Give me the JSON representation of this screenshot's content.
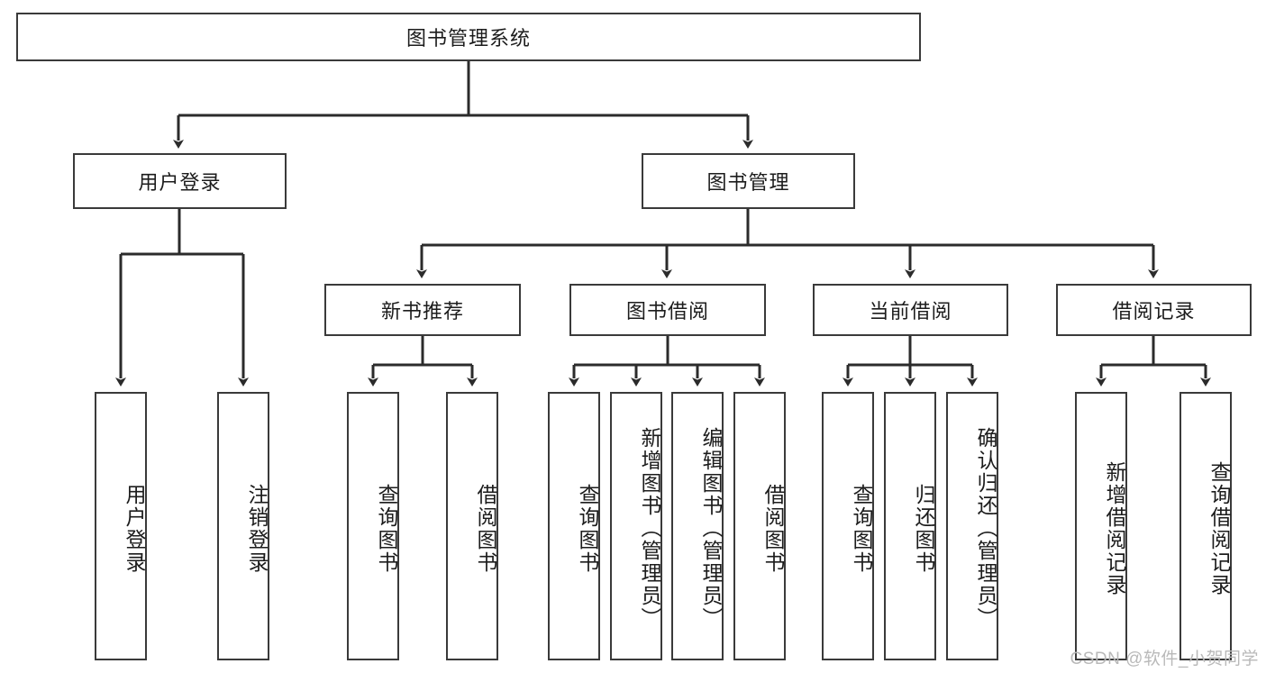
{
  "diagram": {
    "title": "图书管理系统",
    "type": "tree-hierarchy-diagram",
    "root": {
      "id": "root",
      "label": "图书管理系统"
    },
    "level1": [
      {
        "id": "user-login",
        "label": "用户登录"
      },
      {
        "id": "book-management",
        "label": "图书管理"
      }
    ],
    "level2": [
      {
        "id": "new-book-recommend",
        "label": "新书推荐",
        "parent": "book-management"
      },
      {
        "id": "book-borrow",
        "label": "图书借阅",
        "parent": "book-management"
      },
      {
        "id": "current-borrow",
        "label": "当前借阅",
        "parent": "book-management"
      },
      {
        "id": "borrow-record",
        "label": "借阅记录",
        "parent": "book-management"
      }
    ],
    "leaves": {
      "user_login": [
        {
          "id": "leaf-user-login",
          "label": "用户登录"
        },
        {
          "id": "leaf-logout-login",
          "label": "注销登录"
        }
      ],
      "new_book_recommend": [
        {
          "id": "leaf-query-book-1",
          "label": "查询图书"
        },
        {
          "id": "leaf-borrow-book-1",
          "label": "借阅图书"
        }
      ],
      "book_borrow": [
        {
          "id": "leaf-query-book-2",
          "label": "查询图书"
        },
        {
          "id": "leaf-add-book",
          "label": "新增图书（管理员）"
        },
        {
          "id": "leaf-edit-book",
          "label": "编辑图书（管理员）"
        },
        {
          "id": "leaf-borrow-book-2",
          "label": "借阅图书"
        }
      ],
      "current_borrow": [
        {
          "id": "leaf-query-book-3",
          "label": "查询图书"
        },
        {
          "id": "leaf-return-book",
          "label": "归还图书"
        },
        {
          "id": "leaf-confirm-return",
          "label": "确认归还（管理员）"
        }
      ],
      "borrow_record": [
        {
          "id": "leaf-add-record",
          "label": "新增借阅记录"
        },
        {
          "id": "leaf-query-record",
          "label": "查询借阅记录"
        }
      ]
    }
  },
  "watermark": {
    "text": "CSDN @软件_小贺同学"
  },
  "colors": {
    "stroke": "#3a3a3a",
    "background": "#ffffff",
    "text": "#1c1c1c",
    "watermark": "#b9b9b9"
  }
}
